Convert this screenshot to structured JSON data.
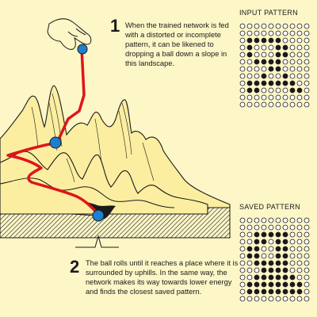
{
  "step1": {
    "number": "1",
    "text": "When the trained network is fed with a distorted or incomplete pattern, it can be likened to dropping a ball down a slope in this landscape."
  },
  "step2": {
    "number": "2",
    "text": "The ball rolls until it reaches a place where it is surrounded by uphills. In the same way, the network makes its way towards lower energy and finds the closest saved pattern."
  },
  "input_pattern": {
    "title": "INPUT PATTERN",
    "rows": [
      "0000000000",
      "0000000000",
      "0111110000",
      "0100011000",
      "0100011000",
      "0011110000",
      "0000110000",
      "0001001000",
      "0111111100",
      "0110000110",
      "0000000000",
      "0000000000"
    ]
  },
  "saved_pattern": {
    "title": "SAVED PATTERN",
    "rows": [
      "0000000000",
      "0000000000",
      "0011111000",
      "0011011000",
      "0110011000",
      "0110011000",
      "0011111000",
      "0001111000",
      "0011111100",
      "0111111110",
      "0111111110",
      "0000000000"
    ]
  },
  "colors": {
    "background": "#fdf6c7",
    "ink": "#1a1a1a",
    "path_red": "#e0141b",
    "ball_blue": "#1c7fd2",
    "landscape_fill": "#fbeea0"
  }
}
